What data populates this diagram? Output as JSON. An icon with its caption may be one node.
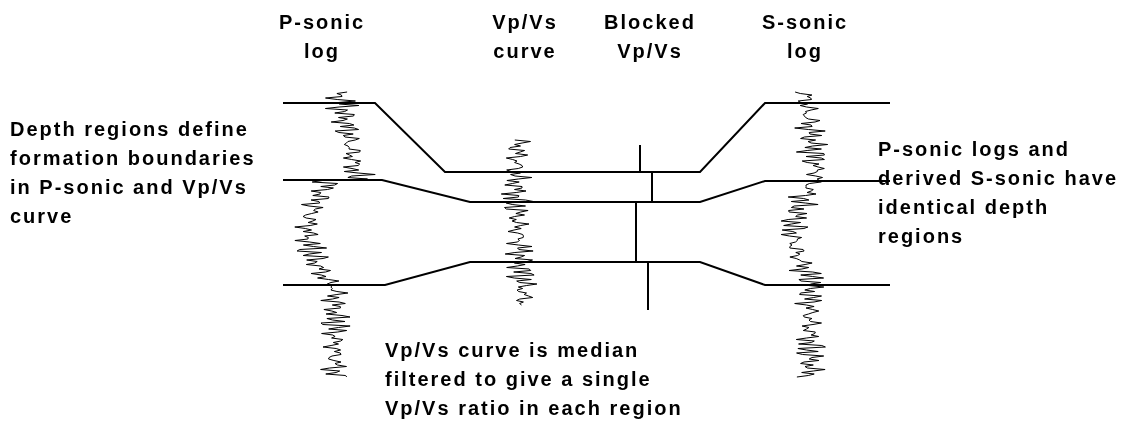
{
  "diagram": {
    "labels": [
      "P-sonic log",
      "Vp/Vs curve",
      "Blocked Vp/Vs",
      "S-sonic log",
      "Depth regions define formation boundaries in P-sonic and Vp/Vs curve",
      "P-sonic logs and derived S-sonic have identical depth regions",
      "Vp/Vs curve is median filtered to give a single Vp/Vs ratio in each region"
    ]
  }
}
